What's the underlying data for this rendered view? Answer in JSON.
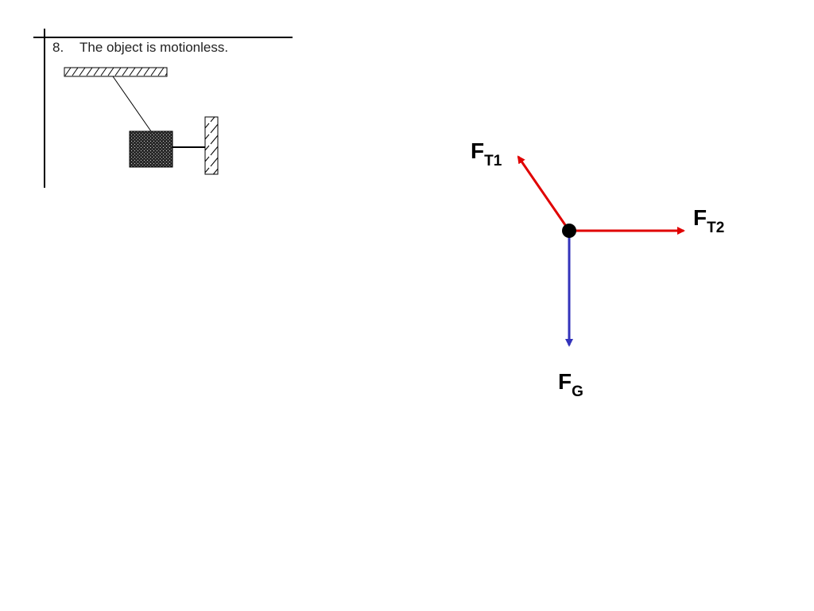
{
  "problem": {
    "number": "8.",
    "statement": "The object is motionless."
  },
  "forces": {
    "tension1": {
      "symbol": "F",
      "subscript": "T1",
      "color": "#e00000"
    },
    "tension2": {
      "symbol": "F",
      "subscript": "T2",
      "color": "#e00000"
    },
    "gravity": {
      "symbol": "F",
      "subscript": "G",
      "color": "#3333bb"
    }
  }
}
